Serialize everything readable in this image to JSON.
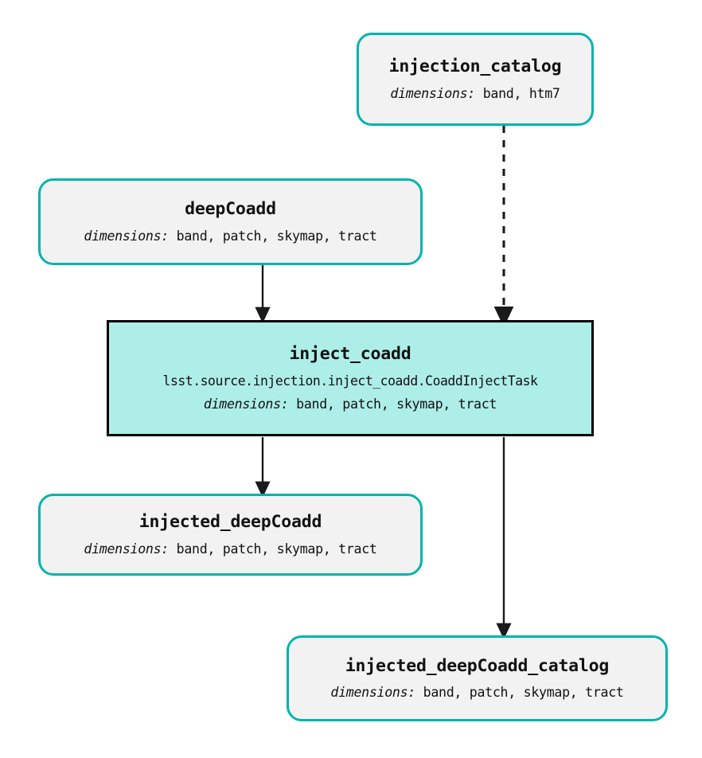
{
  "graph": {
    "type": "pipeline-dag",
    "background_color": "#ffffff",
    "dataset_fill": "#f2f2f2",
    "dataset_border": "#00b3ad",
    "task_fill": "#aeeee8",
    "task_border": "#000000",
    "edge_color": "#1a1a1a",
    "dims_prefix": "dimensions:"
  },
  "nodes": {
    "injection_catalog": {
      "title": "injection_catalog",
      "kind": "dataset",
      "dims_label": "dimensions:",
      "dims_values": " band, htm7"
    },
    "deepCoadd": {
      "title": "deepCoadd",
      "kind": "dataset",
      "dims_label": "dimensions:",
      "dims_values": " band, patch, skymap, tract"
    },
    "inject_coadd": {
      "title": "inject_coadd",
      "kind": "task",
      "class_path": "lsst.source.injection.inject_coadd.CoaddInjectTask",
      "dims_label": "dimensions:",
      "dims_values": " band, patch, skymap, tract"
    },
    "injected_deepCoadd": {
      "title": "injected_deepCoadd",
      "kind": "dataset",
      "dims_label": "dimensions:",
      "dims_values": " band, patch, skymap, tract"
    },
    "injected_deepCoadd_catalog": {
      "title": "injected_deepCoadd_catalog",
      "kind": "dataset",
      "dims_label": "dimensions:",
      "dims_values": " band, patch, skymap, tract"
    }
  },
  "edges": [
    {
      "from": "injection_catalog",
      "to": "inject_coadd",
      "style": "dashed"
    },
    {
      "from": "deepCoadd",
      "to": "inject_coadd",
      "style": "solid"
    },
    {
      "from": "inject_coadd",
      "to": "injected_deepCoadd",
      "style": "solid"
    },
    {
      "from": "inject_coadd",
      "to": "injected_deepCoadd_catalog",
      "style": "solid"
    }
  ]
}
